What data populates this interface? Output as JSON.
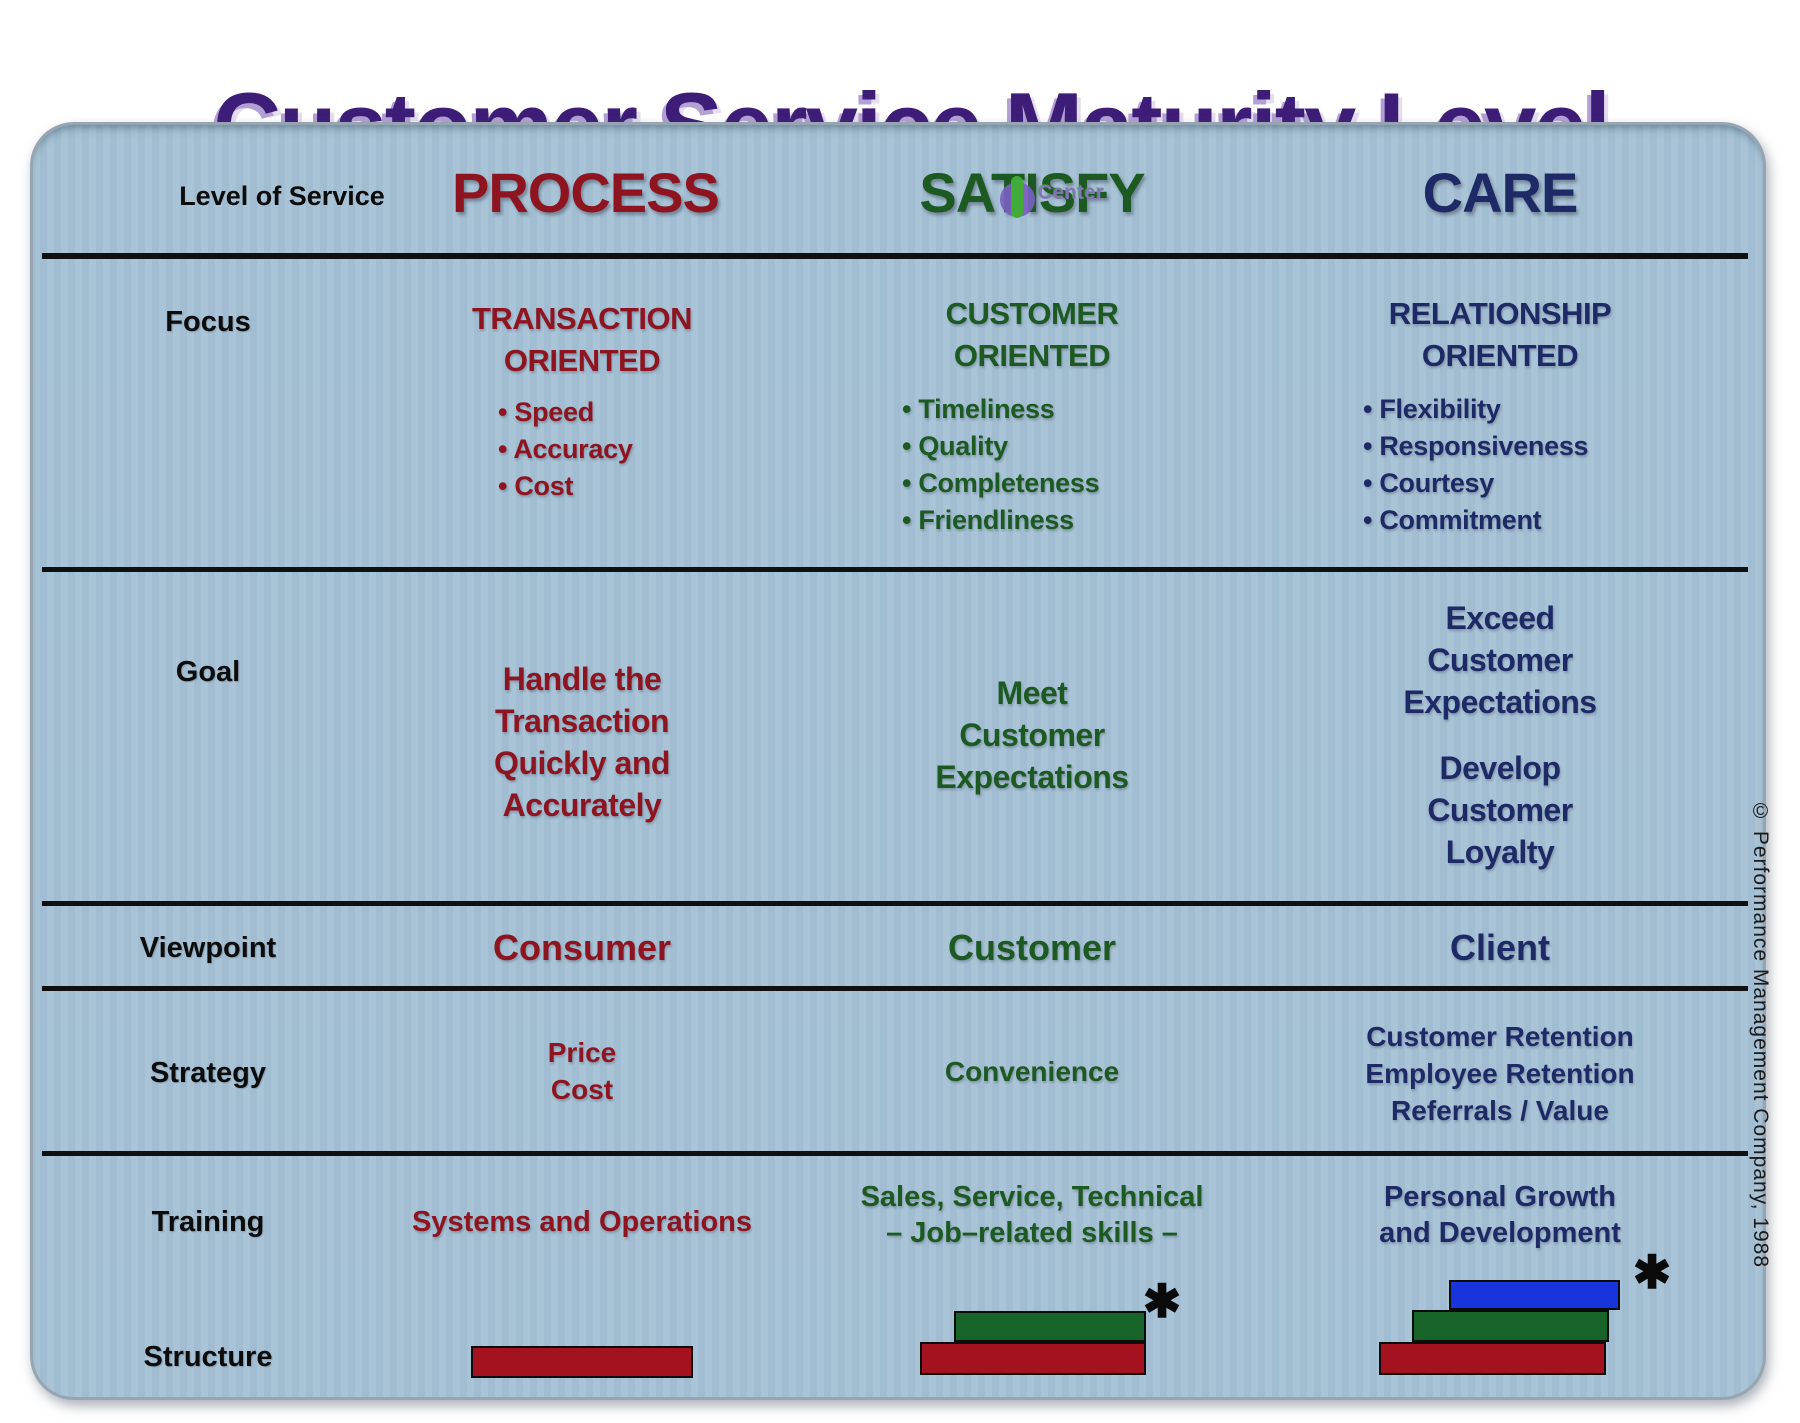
{
  "title": "Customer Service Maturity Level",
  "copyright": "© Performance Management Company, 1988",
  "watermark": {
    "text": "Center"
  },
  "header": {
    "row_label": "Level of Service",
    "columns": [
      "PROCESS",
      "SATISFY",
      "CARE"
    ]
  },
  "focus": {
    "label": "Focus",
    "process": {
      "heading": [
        "TRANSACTION",
        "ORIENTED"
      ],
      "items": [
        "Speed",
        "Accuracy",
        "Cost"
      ]
    },
    "satisfy": {
      "heading": [
        "CUSTOMER",
        "ORIENTED"
      ],
      "items": [
        "Timeliness",
        "Quality",
        "Completeness",
        "Friendliness"
      ]
    },
    "care": {
      "heading": [
        "RELATIONSHIP",
        "ORIENTED"
      ],
      "items": [
        "Flexibility",
        "Responsiveness",
        "Courtesy",
        "Commitment"
      ]
    }
  },
  "goal": {
    "label": "Goal",
    "process": [
      "Handle the",
      "Transaction",
      "Quickly and",
      "Accurately"
    ],
    "satisfy": [
      "Meet",
      "Customer",
      "Expectations"
    ],
    "care_1": [
      "Exceed",
      "Customer",
      "Expectations"
    ],
    "care_2": [
      "Develop",
      "Customer",
      "Loyalty"
    ]
  },
  "viewpoint": {
    "label": "Viewpoint",
    "process": "Consumer",
    "satisfy": "Customer",
    "care": "Client"
  },
  "strategy": {
    "label": "Strategy",
    "process": [
      "Price",
      "Cost"
    ],
    "satisfy": "Convenience",
    "care": [
      "Customer Retention",
      "Employee Retention",
      "Referrals / Value"
    ]
  },
  "training": {
    "label": "Training",
    "process": "Systems and Operations",
    "satisfy": [
      "Sales, Service, Technical",
      "– Job–related skills –"
    ],
    "care": [
      "Personal Growth",
      "and Development"
    ]
  },
  "structure": {
    "label": "Structure",
    "asterisk": "✱",
    "process_layers": [
      "red"
    ],
    "satisfy_layers": [
      "red",
      "green"
    ],
    "care_layers": [
      "red",
      "green",
      "blue"
    ]
  },
  "colors": {
    "table_bg": "#a6c2d5",
    "title_purple": "#3d1d78",
    "maroon": "#8e1520",
    "green": "#1c5a22",
    "navy": "#1d2a66",
    "rect_red": "#a5121f",
    "rect_green": "#186328",
    "rect_blue": "#1834dc"
  }
}
